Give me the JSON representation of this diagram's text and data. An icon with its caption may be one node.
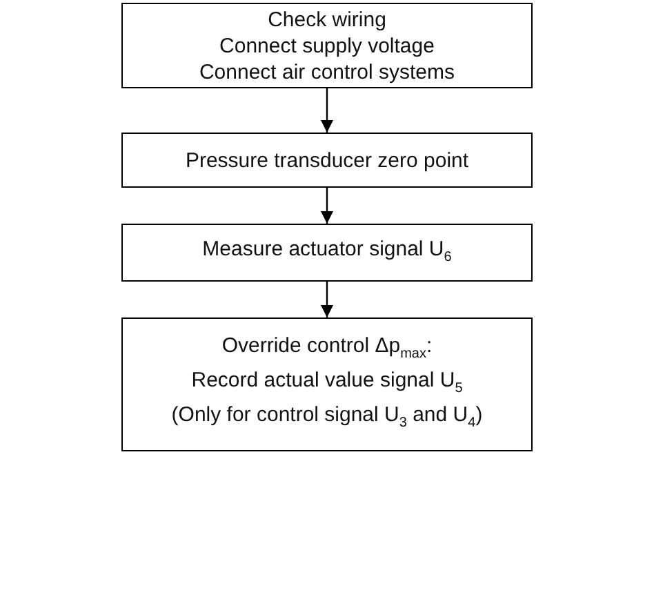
{
  "diagram": {
    "nodes": [
      {
        "text": [
          "Check wiring",
          "Connect supply voltage",
          "Connect air control systems"
        ]
      },
      {
        "text": [
          "Pressure transducer zero point"
        ]
      },
      {
        "text": [
          "Measure actuator signal U$_{6}$"
        ]
      },
      {
        "text": [
          "Override control Δp$_{max}$:",
          "Record actual value signal U$_{5}$",
          "(Only for control signal U$_{3}$ and U$_{4}$)"
        ]
      }
    ],
    "edges": [
      {
        "from": 0,
        "to": 1,
        "arrow": "to"
      },
      {
        "from": 1,
        "to": 2,
        "arrow": "to"
      },
      {
        "from": 2,
        "to": 3,
        "arrow": "to"
      }
    ]
  }
}
